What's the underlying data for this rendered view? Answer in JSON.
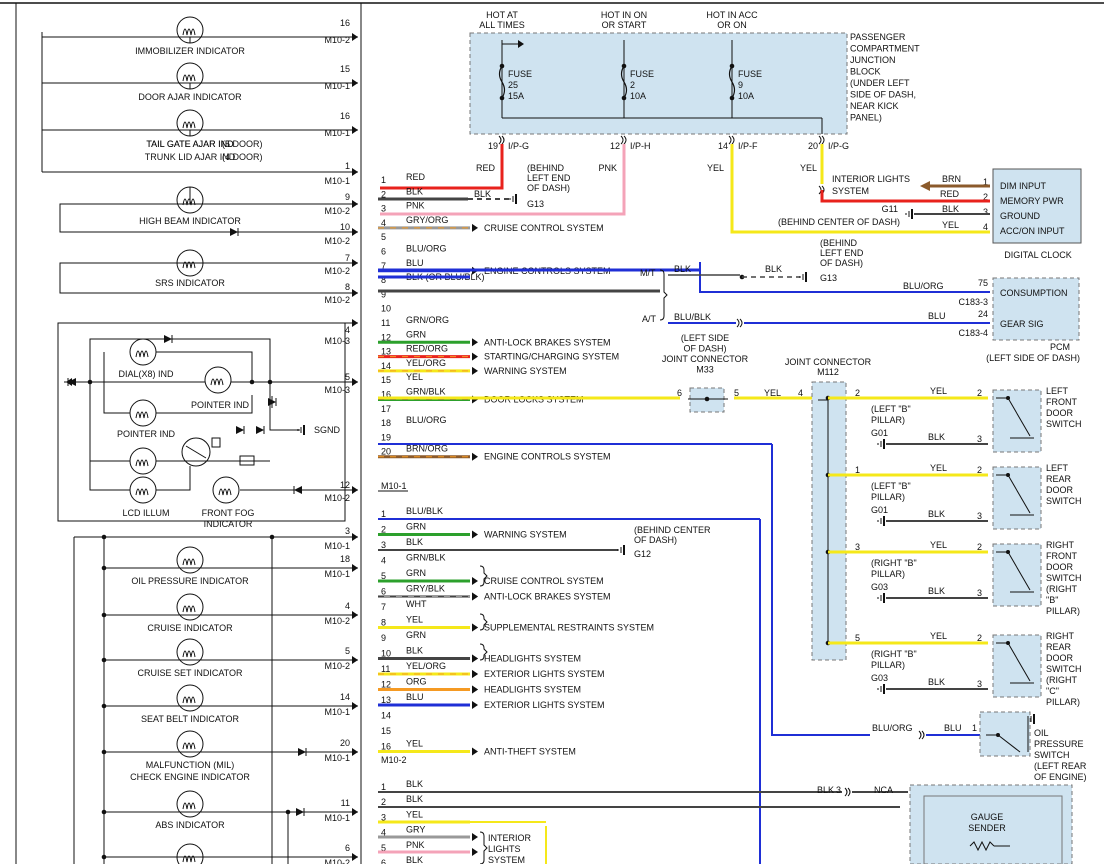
{
  "colors": {
    "RED": "#e8221c",
    "BLK": "#444444",
    "PNK": "#f4a3b8",
    "GRY": "#999999",
    "ORG": "#f59a23",
    "BLU": "#1f2fd6",
    "GRN": "#2ca02c",
    "YEL": "#f5e81a",
    "BRN": "#8b5a2b",
    "WHT": "#dddddd",
    "CONN": "#cfe3f0"
  },
  "cluster": {
    "indicators": [
      {
        "label": "IMMOBILIZER INDICATOR",
        "pin": "16",
        "conn": "M10-2"
      },
      {
        "label": "DOOR AJAR INDICATOR",
        "pin": "15",
        "conn": "M10-1"
      },
      {
        "label": "TAIL GATE AJAR IND",
        "label2": "TRUNK LID AJAR IND",
        "note": "(5 DOOR)",
        "note2": "(4 DOOR)",
        "pin": "16",
        "conn": "M10-1"
      },
      {
        "label": "",
        "pin": "1",
        "conn": "M10-1"
      },
      {
        "label": "HIGH BEAM INDICATOR",
        "pin": "9",
        "conn": "M10-2",
        "pin2": "10",
        "conn2": "M10-2"
      },
      {
        "label": "SRS INDICATOR",
        "pin": "7",
        "conn": "M10-2",
        "pin2": "8",
        "conn2": "M10-2"
      }
    ],
    "gauges": {
      "pin_top": "4",
      "conn_top": "M10-3",
      "pin_mid": "5",
      "conn_mid": "M10-3",
      "pin_fog": "12",
      "conn_fog": "M10-2",
      "dial": "DIAL(X8) IND",
      "pointer": "POINTER IND",
      "pointer2": "POINTER IND",
      "lcd": "LCD ILLUM",
      "fog": "FRONT FOG",
      "fog2": "INDICATOR",
      "sgnd": "SGND"
    },
    "lower": [
      {
        "label": "",
        "pin": "3",
        "conn": "M10-1"
      },
      {
        "label": "OIL PRESSURE INDICATOR",
        "pin": "18",
        "conn": "M10-1"
      },
      {
        "label": "CRUISE INDICATOR",
        "pin": "4",
        "conn": "M10-2"
      },
      {
        "label": "CRUISE SET INDICATOR",
        "pin": "5",
        "conn": "M10-2"
      },
      {
        "label": "SEAT BELT INDICATOR",
        "pin": "14",
        "conn": "M10-1"
      },
      {
        "label": "MALFUNCTION (MIL)",
        "label2": "CHECK ENGINE INDICATOR",
        "pin": "20",
        "conn": "M10-1"
      },
      {
        "label": "ABS INDICATOR",
        "pin": "11",
        "conn": "M10-1"
      },
      {
        "label": "",
        "pin": "6",
        "conn": "M10-2"
      }
    ]
  },
  "junction_block": {
    "title": [
      "PASSENGER",
      "COMPARTMENT",
      "JUNCTION",
      "BLOCK",
      "(UNDER LEFT",
      "SIDE OF DASH,",
      "NEAR KICK",
      "PANEL)"
    ],
    "feeds": [
      {
        "hdr": [
          "HOT AT",
          "ALL TIMES"
        ],
        "fuse": [
          "FUSE",
          "25",
          "15A"
        ],
        "pin": "19",
        "conn": "I/P-G",
        "wire": "RED"
      },
      {
        "hdr": [
          "HOT IN ON",
          "OR START"
        ],
        "fuse": [
          "FUSE",
          "2",
          "10A"
        ],
        "pin": "12",
        "conn": "I/P-H",
        "wire": "PNK"
      },
      {
        "hdr": [
          "HOT IN ACC",
          "OR ON"
        ],
        "fuse": [
          "FUSE",
          "9",
          "10A"
        ],
        "pin": "14",
        "conn": "I/P-F",
        "wire": "YEL"
      },
      {
        "hdr": [],
        "fuse": [],
        "pin": "20",
        "conn": "I/P-G",
        "wire": "YEL"
      }
    ]
  },
  "conn_a": {
    "footer": "M10-1",
    "rows": [
      {
        "pin": "1",
        "wire": "RED",
        "dest": ""
      },
      {
        "pin": "2",
        "wire": "BLK",
        "dest": ""
      },
      {
        "pin": "3",
        "wire": "PNK",
        "dest": ""
      },
      {
        "pin": "4",
        "wire": "GRY/ORG",
        "dest": "CRUISE CONTROL SYSTEM"
      },
      {
        "pin": "5",
        "wire": "",
        "dest": ""
      },
      {
        "pin": "6",
        "wire": "BLU/ORG",
        "dest": ""
      },
      {
        "pin": "7",
        "wire": "BLU",
        "dest": "ENGINE CONTROLS SYSTEM"
      },
      {
        "pin": "8",
        "wire": "BLK  (OR BLU/BLK)",
        "dest": ""
      },
      {
        "pin": "9",
        "wire": "",
        "dest": ""
      },
      {
        "pin": "10",
        "wire": "",
        "dest": ""
      },
      {
        "pin": "11",
        "wire": "GRN/ORG",
        "dest": ""
      },
      {
        "pin": "12",
        "wire": "GRN",
        "dest": "ANTI-LOCK BRAKES SYSTEM"
      },
      {
        "pin": "13",
        "wire": "RED/ORG",
        "dest": "STARTING/CHARGING SYSTEM"
      },
      {
        "pin": "14",
        "wire": "YEL/ORG",
        "dest": "WARNING SYSTEM"
      },
      {
        "pin": "15",
        "wire": "YEL",
        "dest": ""
      },
      {
        "pin": "16",
        "wire": "GRN/BLK",
        "dest": "DOOR LOCKS SYSTEM"
      },
      {
        "pin": "17",
        "wire": "",
        "dest": ""
      },
      {
        "pin": "18",
        "wire": "BLU/ORG",
        "dest": ""
      },
      {
        "pin": "19",
        "wire": "",
        "dest": ""
      },
      {
        "pin": "20",
        "wire": "BRN/ORG",
        "dest": "ENGINE CONTROLS SYSTEM"
      }
    ]
  },
  "conn_b": {
    "footer": "M10-2",
    "rows": [
      {
        "pin": "1",
        "wire": "BLU/BLK",
        "dest": ""
      },
      {
        "pin": "2",
        "wire": "GRN",
        "dest": "WARNING SYSTEM"
      },
      {
        "pin": "3",
        "wire": "BLK",
        "dest": ""
      },
      {
        "pin": "4",
        "wire": "GRN/BLK",
        "dest": ""
      },
      {
        "pin": "5",
        "wire": "GRN",
        "dest": "CRUISE CONTROL SYSTEM"
      },
      {
        "pin": "6",
        "wire": "GRY/BLK",
        "dest": "ANTI-LOCK BRAKES SYSTEM"
      },
      {
        "pin": "7",
        "wire": "WHT",
        "dest": ""
      },
      {
        "pin": "8",
        "wire": "YEL",
        "dest": "SUPPLEMENTAL RESTRAINTS SYSTEM"
      },
      {
        "pin": "9",
        "wire": "GRN",
        "dest": ""
      },
      {
        "pin": "10",
        "wire": "BLK",
        "dest": "HEADLIGHTS SYSTEM"
      },
      {
        "pin": "11",
        "wire": "YEL/ORG",
        "dest": "EXTERIOR LIGHTS SYSTEM"
      },
      {
        "pin": "12",
        "wire": "ORG",
        "dest": "HEADLIGHTS SYSTEM"
      },
      {
        "pin": "13",
        "wire": "BLU",
        "dest": "EXTERIOR LIGHTS SYSTEM"
      },
      {
        "pin": "14",
        "wire": "",
        "dest": ""
      },
      {
        "pin": "15",
        "wire": "",
        "dest": ""
      },
      {
        "pin": "16",
        "wire": "YEL",
        "dest": "ANTI-THEFT SYSTEM"
      }
    ]
  },
  "conn_c": {
    "rows": [
      {
        "pin": "1",
        "wire": "BLK"
      },
      {
        "pin": "2",
        "wire": "BLK"
      },
      {
        "pin": "3",
        "wire": "YEL"
      },
      {
        "pin": "4",
        "wire": "GRY"
      },
      {
        "pin": "5",
        "wire": "PNK"
      },
      {
        "pin": "6",
        "wire": "BLK"
      }
    ],
    "interior": [
      "INTERIOR",
      "LIGHTS",
      "SYSTEM"
    ]
  },
  "grounds": {
    "g13": {
      "name": "G13",
      "wire": "BLK",
      "note": [
        "(BEHIND",
        "LEFT END",
        "OF DASH)"
      ]
    },
    "g13b": {
      "name": "G13",
      "wire": "BLK",
      "wire2": "BLK",
      "note": [
        "(BEHIND",
        "LEFT END",
        "OF DASH)"
      ]
    },
    "g12": {
      "name": "G12",
      "note": [
        "(BEHIND CENTER",
        "OF DASH)"
      ]
    },
    "g11": {
      "name": "G11",
      "note": "(BEHIND CENTER OF DASH)"
    }
  },
  "labels": {
    "mt": "M/T",
    "at": "A/T",
    "blu_blk": "BLU/BLK",
    "blu_org": "BLU/ORG",
    "blu": "BLU",
    "yel": "YEL",
    "blk": "BLK",
    "interior_lights": [
      "INTERIOR LIGHTS",
      "SYSTEM"
    ],
    "nca": "NCA"
  },
  "clock": {
    "title": "DIGITAL CLOCK",
    "pins": [
      {
        "pin": "1",
        "name": "DIM INPUT",
        "wire": "BRN"
      },
      {
        "pin": "2",
        "name": "MEMORY PWR",
        "wire": "RED"
      },
      {
        "pin": "3",
        "name": "GROUND",
        "wire": "BLK"
      },
      {
        "pin": "4",
        "name": "ACC/ON INPUT",
        "wire": "YEL"
      }
    ]
  },
  "pcm": {
    "name": "PCM",
    "note": "(LEFT SIDE OF DASH)",
    "pins": [
      {
        "pin": "75",
        "conn": "C183-3",
        "name": "CONSUMPTION",
        "wire": "BLU/ORG"
      },
      {
        "pin": "24",
        "conn": "C183-4",
        "name": "GEAR SIG",
        "wire": "BLU"
      }
    ]
  },
  "joint_m33": {
    "title": [
      "(LEFT SIDE",
      "OF DASH)",
      "JOINT CONNECTOR",
      "M33"
    ],
    "pin_in": "6",
    "pin_out": "5"
  },
  "joint_m112": {
    "title": [
      "JOINT CONNECTOR",
      "M112"
    ],
    "pin_in": "4"
  },
  "door_switches": [
    {
      "pin_j": "2",
      "title": [
        "LEFT",
        "FRONT",
        "DOOR",
        "SWITCH"
      ],
      "gnd": "G01",
      "loc": [
        "(LEFT \"B\"",
        "PILLAR)"
      ]
    },
    {
      "pin_j": "1",
      "title": [
        "LEFT",
        "REAR",
        "DOOR",
        "SWITCH"
      ],
      "gnd": "G01",
      "loc": [
        "(LEFT \"B\"",
        "PILLAR)"
      ]
    },
    {
      "pin_j": "3",
      "title": [
        "RIGHT",
        "FRONT",
        "DOOR",
        "SWITCH",
        "(RIGHT",
        "\"B\"",
        "PILLAR)"
      ],
      "gnd": "G03",
      "loc": [
        "(RIGHT \"B\"",
        "PILLAR)"
      ]
    },
    {
      "pin_j": "5",
      "title": [
        "RIGHT",
        "REAR",
        "DOOR",
        "SWITCH",
        "(RIGHT",
        "\"C\"",
        "PILLAR)"
      ],
      "gnd": "G03",
      "loc": [
        "(RIGHT \"B\"",
        "PILLAR)"
      ]
    }
  ],
  "oil_switch": {
    "title": [
      "OIL",
      "PRESSURE",
      "SWITCH",
      "(LEFT REAR",
      "OF ENGINE)"
    ],
    "pin": "1",
    "wire": "BLU",
    "wire_in": "BLU/ORG"
  },
  "gauge_sender": {
    "title": [
      "GAUGE",
      "SENDER"
    ],
    "pin": "3",
    "wire": "BLK"
  }
}
